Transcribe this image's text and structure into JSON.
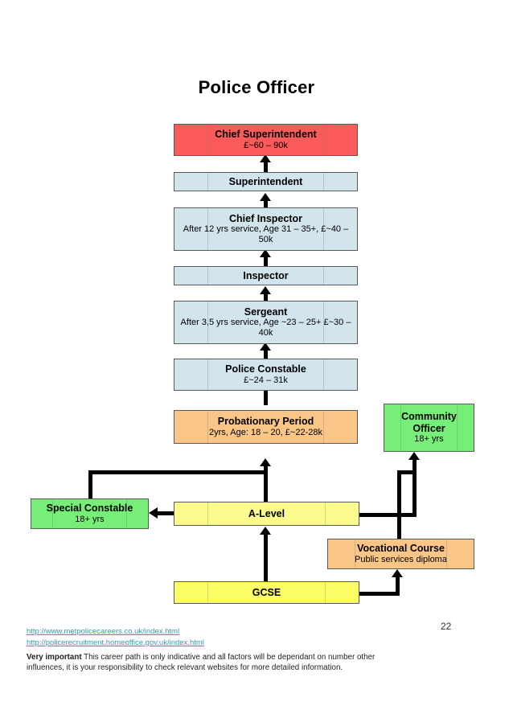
{
  "page": {
    "title": "Police Officer",
    "page_number": "22"
  },
  "nodes": {
    "chief_superintendent": {
      "title": "Chief Superintendent",
      "sub": "£~60 – 90k",
      "color": "#fb5a5a"
    },
    "superintendent": {
      "title": "Superintendent",
      "sub": "",
      "color": "#d3e5ec"
    },
    "chief_inspector": {
      "title": "Chief Inspector",
      "sub": "After 12 yrs service, Age 31 – 35+, £~40 – 50k",
      "color": "#d3e5ec"
    },
    "inspector": {
      "title": "Inspector",
      "sub": "",
      "color": "#d3e5ec"
    },
    "sergeant": {
      "title": "Sergeant",
      "sub": "After 3,5 yrs service, Age ~23 – 25+ £~30 – 40k",
      "color": "#d3e5ec"
    },
    "police_constable": {
      "title": "Police Constable",
      "sub": "£~24 – 31k",
      "color": "#d3e5ec"
    },
    "probationary_period": {
      "title": "Probationary Period",
      "sub": "2yrs, Age: 18 – 20, £~22-28k",
      "color": "#fac687"
    },
    "community_officer": {
      "title": "Community Officer",
      "sub": "18+ yrs",
      "color": "#77ee77"
    },
    "special_constable": {
      "title": "Special Constable",
      "sub": "18+ yrs",
      "color": "#77ee77"
    },
    "a_level": {
      "title": "A-Level",
      "sub": "",
      "color": "#fcfc8e"
    },
    "vocational_course": {
      "title": "Vocational Course",
      "sub": "Public services diploma",
      "color": "#fac687"
    },
    "gcse": {
      "title": "GCSE",
      "sub": "",
      "color": "#fdfd66"
    }
  },
  "footer": {
    "links": [
      "http://www.metpolicecareers.co.uk/index.html",
      "http://policerecruitment.homeoffice.gov.uk/index.html"
    ],
    "note_bold": "Very important",
    "note_text": " This career path is only indicative and all factors will be dependant on number other influences, it is your responsibility to check relevant websites for more detailed information."
  },
  "chart_data": {
    "type": "diagram",
    "title": "Police Officer",
    "diagram_kind": "career-progression-flowchart",
    "orientation": "bottom-up",
    "levels": [
      {
        "rank": 1,
        "node": "GCSE",
        "color": "yellow"
      },
      {
        "rank": 2,
        "node": "A-Level",
        "color": "yellow"
      },
      {
        "rank": 2,
        "node": "Vocational Course",
        "color": "orange"
      },
      {
        "rank": 3,
        "node": "Special Constable",
        "color": "green"
      },
      {
        "rank": 3,
        "node": "Community Officer",
        "color": "green"
      },
      {
        "rank": 4,
        "node": "Probationary Period",
        "color": "orange"
      },
      {
        "rank": 5,
        "node": "Police Constable",
        "color": "blue"
      },
      {
        "rank": 6,
        "node": "Sergeant",
        "color": "blue"
      },
      {
        "rank": 7,
        "node": "Inspector",
        "color": "blue"
      },
      {
        "rank": 8,
        "node": "Chief Inspector",
        "color": "blue"
      },
      {
        "rank": 9,
        "node": "Superintendent",
        "color": "blue"
      },
      {
        "rank": 10,
        "node": "Chief Superintendent",
        "color": "red"
      }
    ],
    "edges": [
      {
        "from": "GCSE",
        "to": "A-Level"
      },
      {
        "from": "GCSE",
        "to": "Vocational Course"
      },
      {
        "from": "Vocational Course",
        "to": "Community Officer"
      },
      {
        "from": "A-Level",
        "to": "Special Constable"
      },
      {
        "from": "A-Level",
        "to": "Community Officer"
      },
      {
        "from": "A-Level",
        "to": "Probationary Period"
      },
      {
        "from": "Special Constable",
        "to": "Probationary Period"
      },
      {
        "from": "Probationary Period",
        "to": "Police Constable"
      },
      {
        "from": "Police Constable",
        "to": "Sergeant"
      },
      {
        "from": "Sergeant",
        "to": "Inspector"
      },
      {
        "from": "Inspector",
        "to": "Chief Inspector"
      },
      {
        "from": "Chief Inspector",
        "to": "Superintendent"
      },
      {
        "from": "Superintendent",
        "to": "Chief Superintendent"
      }
    ],
    "salaries": [
      {
        "node": "Probationary Period",
        "range_gbp_k": [
          22,
          28
        ]
      },
      {
        "node": "Police Constable",
        "range_gbp_k": [
          24,
          31
        ]
      },
      {
        "node": "Sergeant",
        "range_gbp_k": [
          30,
          40
        ]
      },
      {
        "node": "Chief Inspector",
        "range_gbp_k": [
          40,
          50
        ]
      },
      {
        "node": "Chief Superintendent",
        "range_gbp_k": [
          60,
          90
        ]
      }
    ]
  }
}
